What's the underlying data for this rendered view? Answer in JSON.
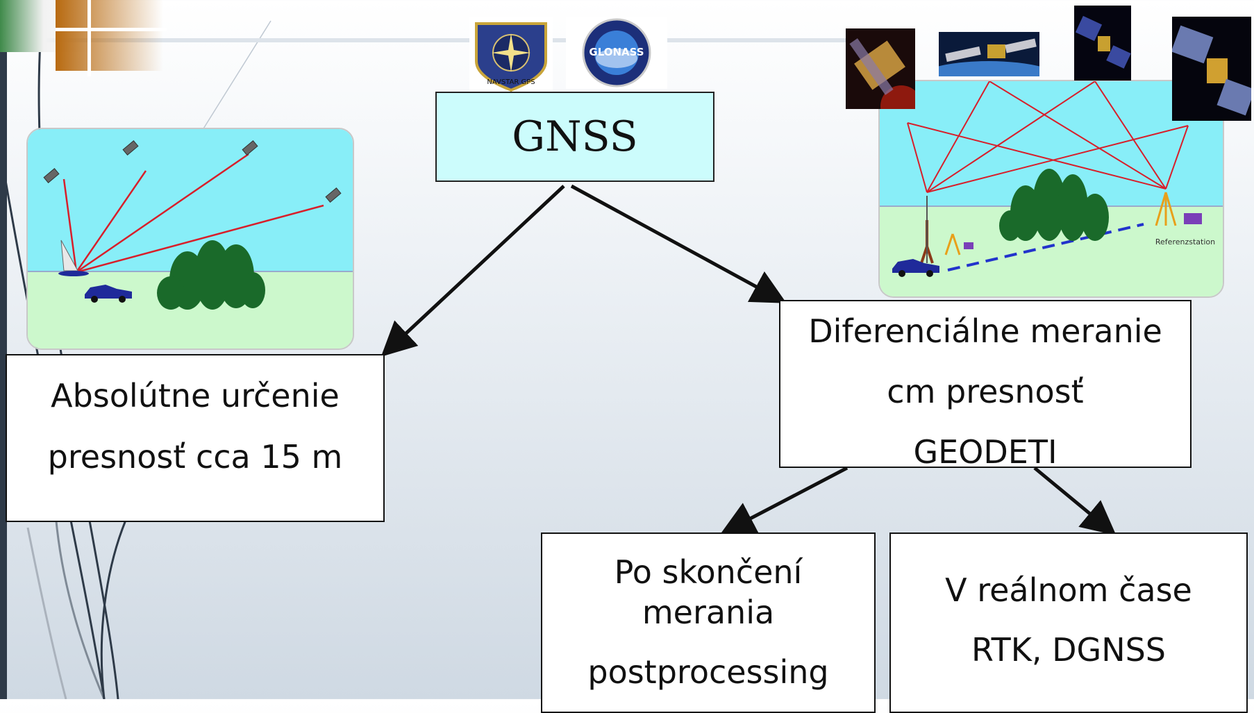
{
  "title": "GNSS",
  "absolute": {
    "line1": "Absolútne určenie",
    "line2": "presnosť cca 15 m"
  },
  "differential": {
    "line1": "Diferenciálne meranie",
    "line2": "cm presnosť",
    "line3": "GEODETI"
  },
  "post": {
    "line1": "Po skončení",
    "line2": "merania",
    "line3": "postprocessing"
  },
  "realtime": {
    "line1": "V reálnom čase",
    "line2": "RTK, DGNSS"
  },
  "logos": {
    "navstar": "NAVSTAR GPS",
    "glonass": "GLONASS"
  },
  "scene_right_label": "Referenzstation",
  "colors": {
    "gnss_fill": "#ccfcfc",
    "sky": "#88eef8",
    "ground": "#ccf8cc",
    "signal": "#d81e2a",
    "baseline": "#2233cc",
    "tree": "#1a6a2a"
  }
}
